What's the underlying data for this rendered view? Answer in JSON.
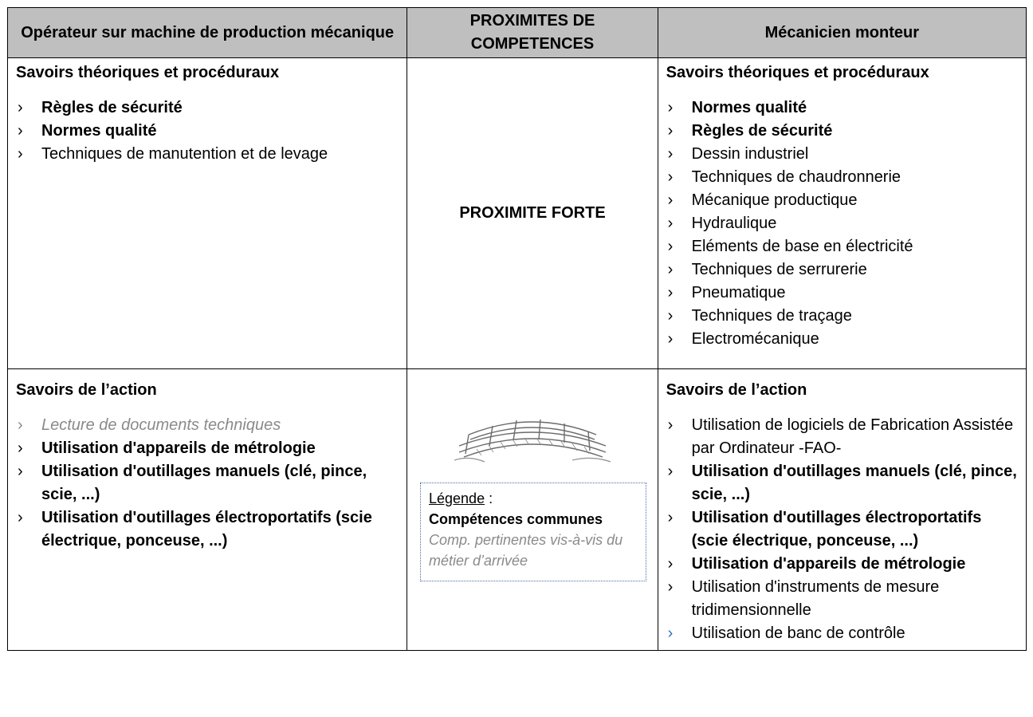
{
  "header": {
    "left_title": "Opérateur sur machine de production mécanique",
    "middle_title": "PROXIMITES DE COMPETENCES",
    "right_title": "Mécanicien monteur"
  },
  "row1": {
    "left_section_title": "Savoirs théoriques et procéduraux",
    "left_items": [
      {
        "text": "Règles de sécurité",
        "style": "bold"
      },
      {
        "text": "Normes qualité",
        "style": "bold"
      },
      {
        "text": "Techniques de manutention et de levage",
        "style": "normal"
      }
    ],
    "middle_text": "PROXIMITE FORTE",
    "right_section_title": "Savoirs théoriques et procéduraux",
    "right_items": [
      {
        "text": "Normes qualité",
        "style": "bold"
      },
      {
        "text": "Règles de sécurité",
        "style": "bold"
      },
      {
        "text": "Dessin industriel",
        "style": "normal"
      },
      {
        "text": "Techniques de chaudronnerie",
        "style": "normal"
      },
      {
        "text": "Mécanique productique",
        "style": "normal"
      },
      {
        "text": "Hydraulique",
        "style": "normal"
      },
      {
        "text": "Eléments de base en électricité",
        "style": "normal"
      },
      {
        "text": "Techniques de serrurerie",
        "style": "normal"
      },
      {
        "text": "Pneumatique",
        "style": "normal"
      },
      {
        "text": "Techniques de traçage",
        "style": "normal"
      },
      {
        "text": "Electromécanique",
        "style": "normal"
      }
    ]
  },
  "row2": {
    "left_section_title": "Savoirs de l’action",
    "left_items": [
      {
        "text": "Lecture de documents techniques",
        "style": "italic"
      },
      {
        "text": "Utilisation d'appareils de métrologie",
        "style": "bold"
      },
      {
        "text": "Utilisation d'outillages manuels (clé, pince, scie, ...)",
        "style": "bold"
      },
      {
        "text": "Utilisation d'outillages électroportatifs (scie électrique, ponceuse, ...)",
        "style": "bold"
      }
    ],
    "legend": {
      "title": "Légende",
      "colon": " :",
      "common": "Compétences communes",
      "pertinent": "Comp. pertinentes vis-à-vis du métier d’arrivée"
    },
    "right_section_title": "Savoirs de l’action",
    "right_items": [
      {
        "text": "Utilisation de logiciels de Fabrication Assistée par Ordinateur -FAO-",
        "style": "normal"
      },
      {
        "text": "Utilisation d'outillages manuels (clé, pince, scie, ...)",
        "style": "bold"
      },
      {
        "text": "Utilisation d'outillages électroportatifs (scie électrique, ponceuse, ...)",
        "style": "bold"
      },
      {
        "text": "Utilisation d'appareils de métrologie",
        "style": "bold"
      },
      {
        "text": "Utilisation d'instruments de mesure tridimensionnelle",
        "style": "normal"
      },
      {
        "text": "Utilisation de banc de contrôle",
        "style": "normal",
        "bullet_color": "#2e75b6"
      }
    ]
  },
  "bullet_glyph": "›",
  "colors": {
    "header_bg": "#bfbfbf",
    "italic_text": "#8a8a8a",
    "legend_border": "#4a6fa5"
  }
}
